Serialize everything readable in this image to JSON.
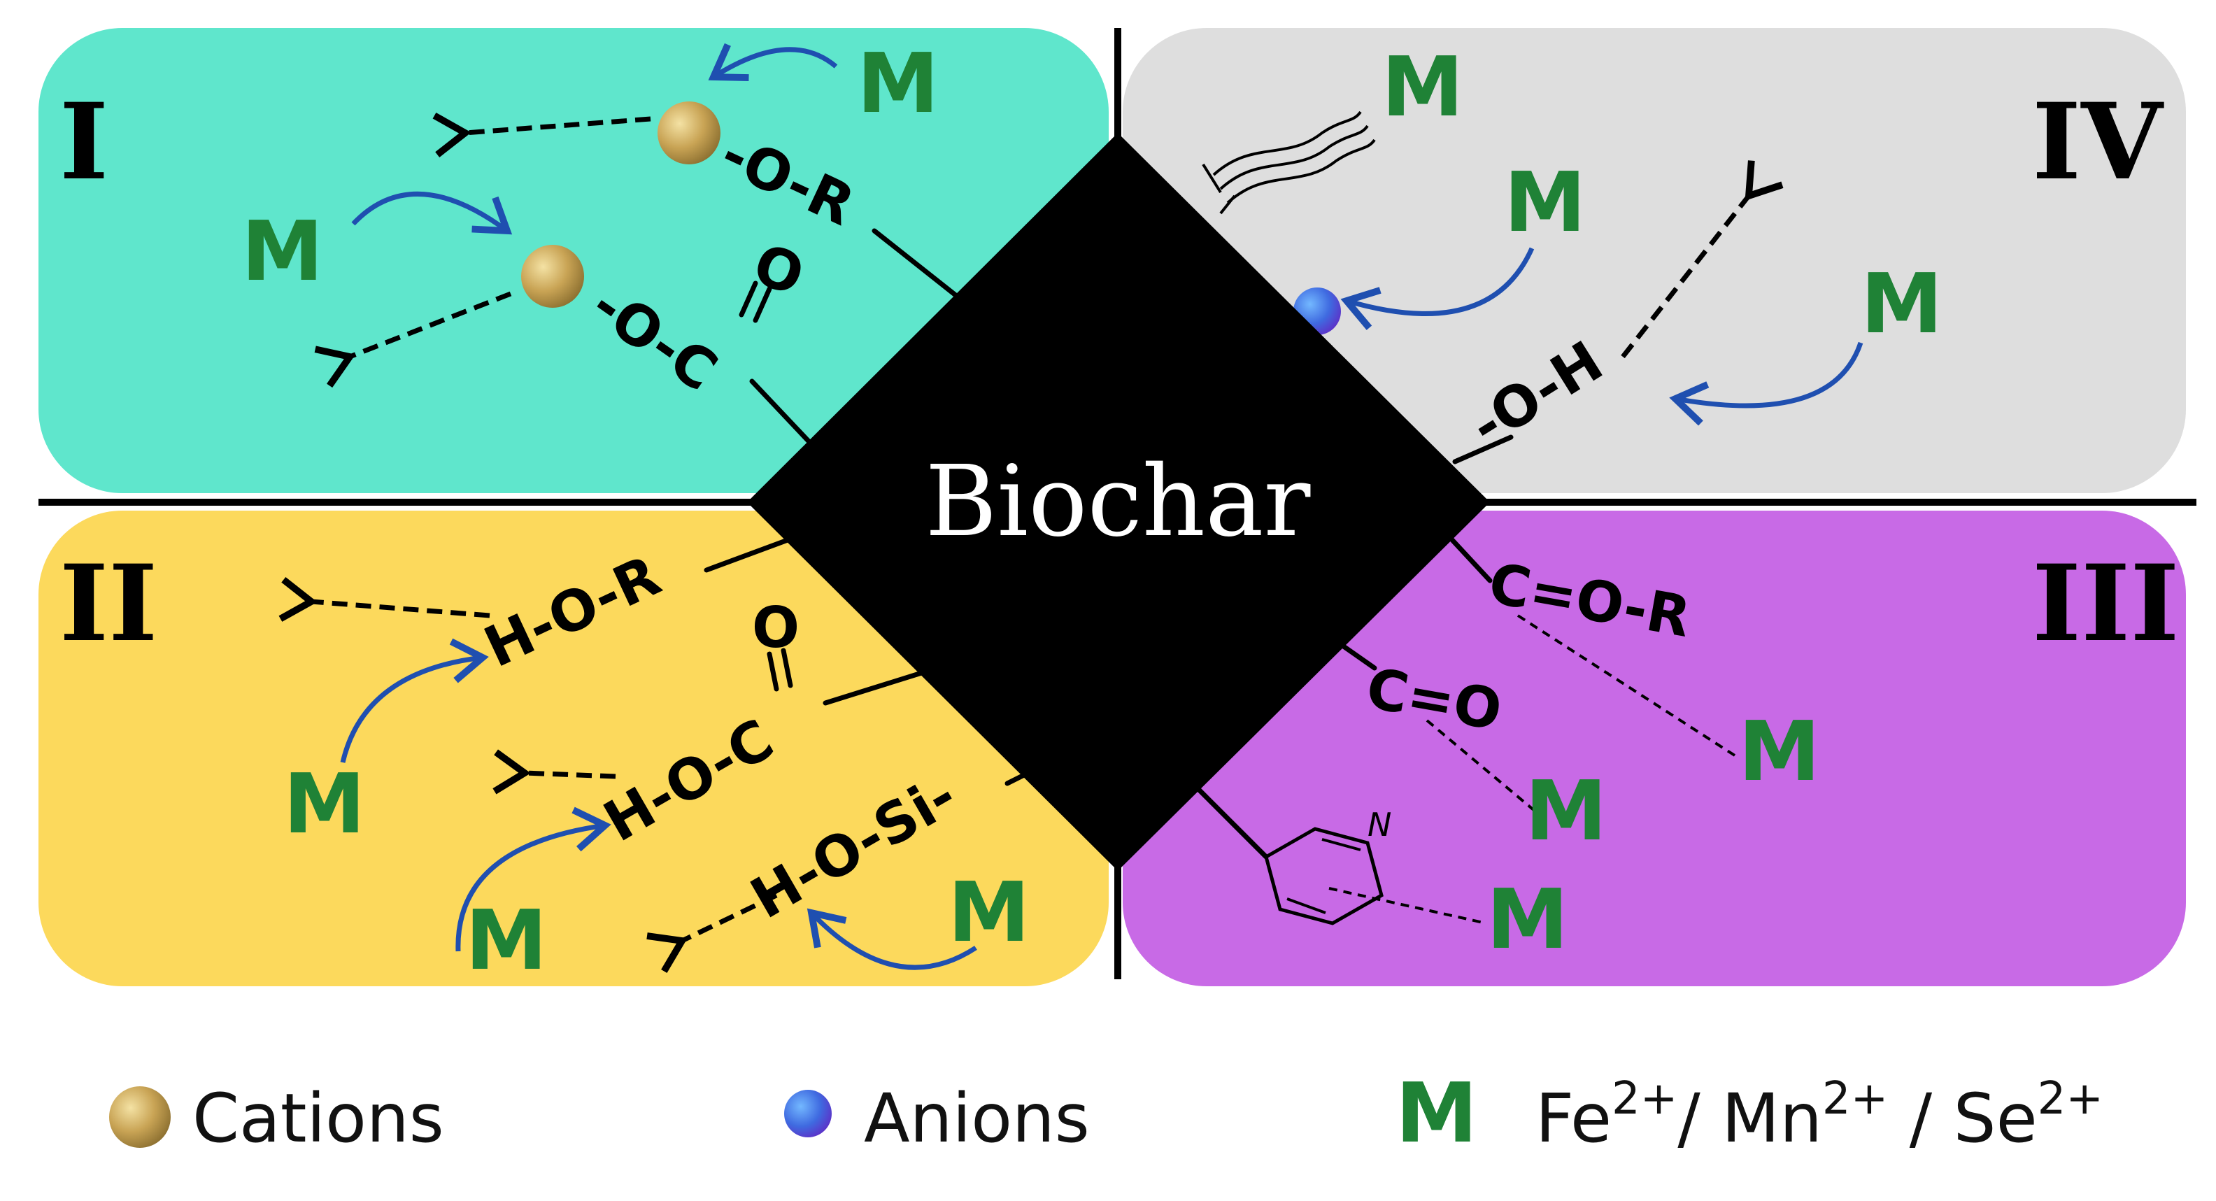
{
  "center": {
    "label": "Biochar"
  },
  "quadrants": {
    "I": {
      "numeral": "I",
      "color": "#5fe6cc"
    },
    "II": {
      "numeral": "II",
      "color": "#fcd95c"
    },
    "III": {
      "numeral": "III",
      "color": "#c86ae6"
    },
    "IV": {
      "numeral": "IV",
      "color": "#dedede"
    }
  },
  "metal_symbol": "M",
  "groups": {
    "q1_ester": "-O-R",
    "q1_carboxyl": "-O-C",
    "q1_carbonyl_o": "O",
    "q4_hydroxyl": "-O-H",
    "q2_alcohol": "H-O-R",
    "q2_carboxyl": "H-O-C",
    "q2_carbonyl_o": "O",
    "q2_silanol": "H-O-Si-",
    "q3_ketone_ester": "C=O-R",
    "q3_carbonyl": "C=O",
    "q3_pyridine_n": "N"
  },
  "legend": {
    "cations": "Cations",
    "anions": "Anions",
    "metals_fe": "Fe",
    "metals_fe_charge": "2+",
    "metals_sep1": "/ Mn",
    "metals_mn_charge": "2+",
    "metals_sep2": " / Se",
    "metals_se_charge": "2+"
  },
  "colors": {
    "metal_green": "#1f8236",
    "arrow_blue": "#1f4fb0",
    "cation_gold": "#d6b25a",
    "anion_blue": "#3d6fe0",
    "center_black": "#000000"
  }
}
